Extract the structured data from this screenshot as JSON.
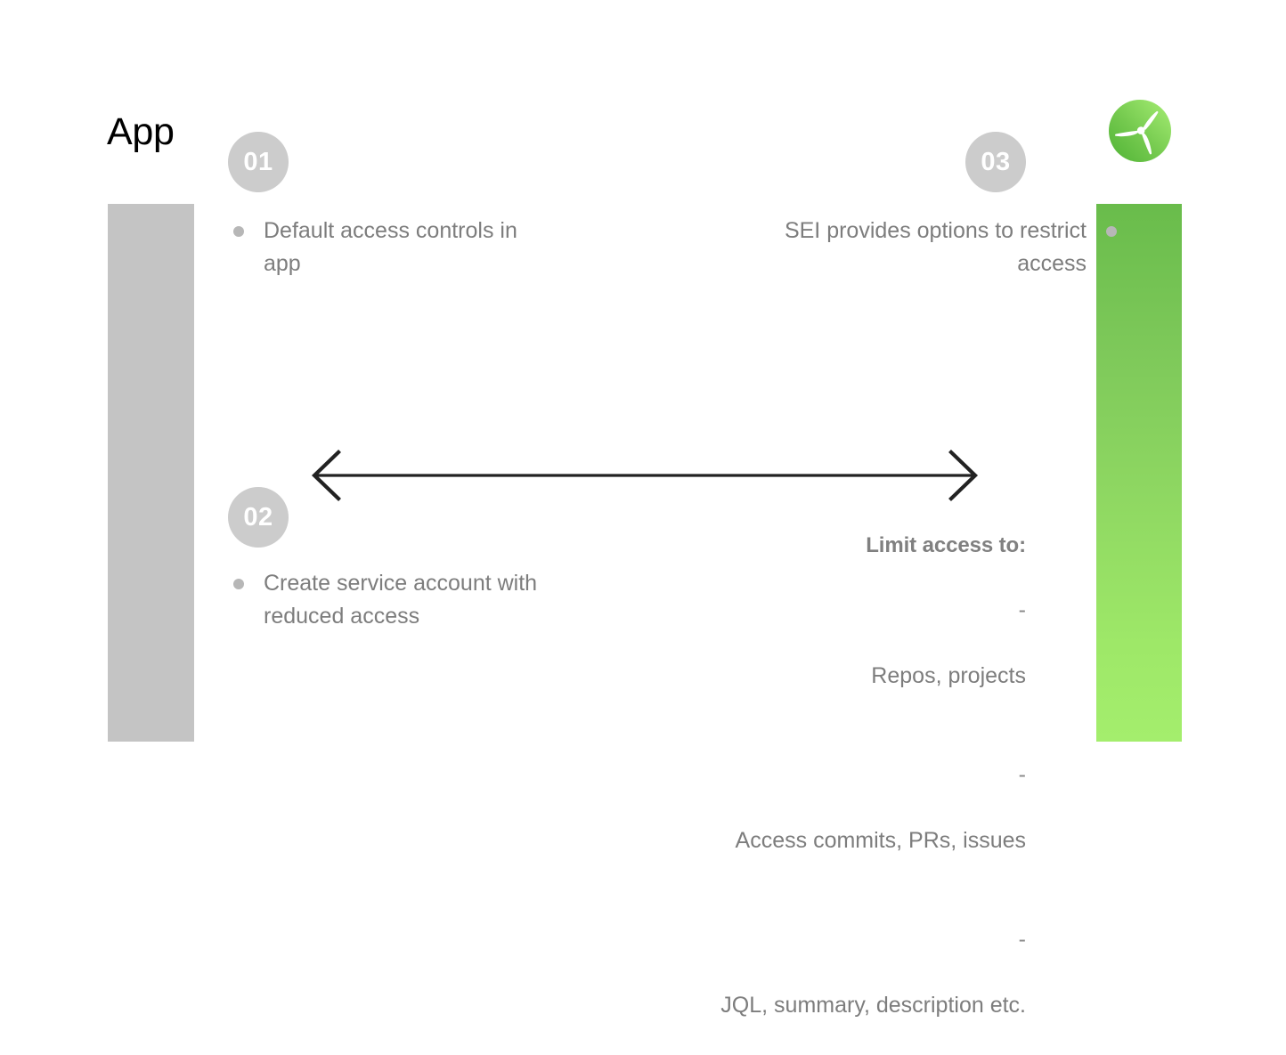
{
  "slide": {
    "title": "App",
    "logo": {
      "name": "harness-propeller-logo",
      "circle_gradient_from": "#9EE86A",
      "circle_gradient_to": "#5BBA3E",
      "blade_color": "#FFFFFF"
    },
    "bars": {
      "left": {
        "name": "app-bar",
        "color": "#C4C4C4"
      },
      "right": {
        "name": "sei-bar",
        "gradient_top": "#69BC4B",
        "gradient_bottom": "#A4EE6D"
      }
    },
    "arrow": {
      "name": "bidirectional-arrow",
      "color": "#222222",
      "direction": "both"
    },
    "steps": [
      {
        "number": "01",
        "align": "left",
        "text": "Default access controls in app"
      },
      {
        "number": "02",
        "align": "left",
        "text": "Create service account with reduced access"
      },
      {
        "number": "03",
        "align": "right",
        "text": "SEI provides options to restrict access"
      }
    ],
    "limit_access": {
      "heading": "Limit access to:",
      "items": [
        {
          "dash": "-",
          "text": "Repos, projects"
        },
        {
          "dash": "-",
          "text": "Access commits, PRs, issues"
        },
        {
          "dash": "-",
          "text": "JQL, summary, description etc."
        }
      ]
    },
    "colors": {
      "text_gray": "#7D7D7D",
      "badge_gray": "#CCCCCC",
      "bullet_gray": "#B7B7B7",
      "title_black": "#000000"
    }
  }
}
